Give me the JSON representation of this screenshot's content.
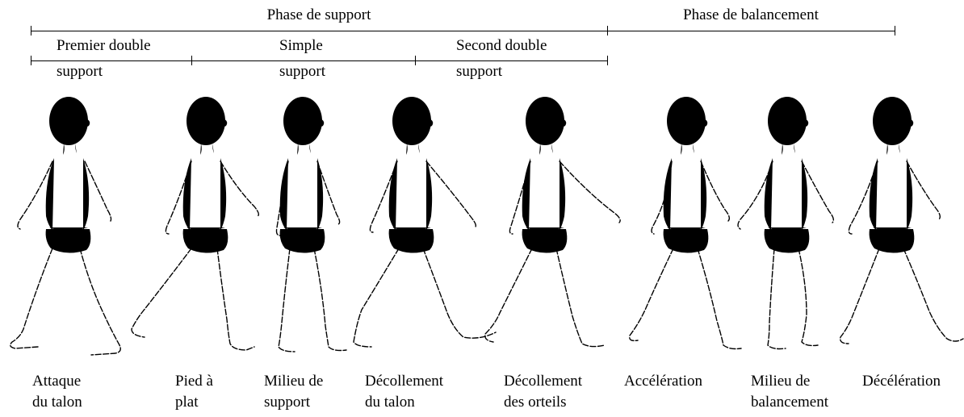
{
  "phases": {
    "support": "Phase de support",
    "swing": "Phase de balancement"
  },
  "subphases": {
    "first_line1": "Premier double",
    "first_line2": "support",
    "single_line1": "Simple",
    "single_line2": "support",
    "second_line1": "Second double",
    "second_line2": "support"
  },
  "captions": [
    {
      "line1": "Attaque",
      "line2": "du talon"
    },
    {
      "line1": "Pied à",
      "line2": "plat"
    },
    {
      "line1": "Milieu de",
      "line2": "support"
    },
    {
      "line1": "Décollement",
      "line2": "du talon"
    },
    {
      "line1": "Décollement",
      "line2": "des orteils"
    },
    {
      "line1": "Accélération",
      "line2": ""
    },
    {
      "line1": "Milieu de",
      "line2": "balancement"
    },
    {
      "line1": "Décélération",
      "line2": ""
    }
  ]
}
